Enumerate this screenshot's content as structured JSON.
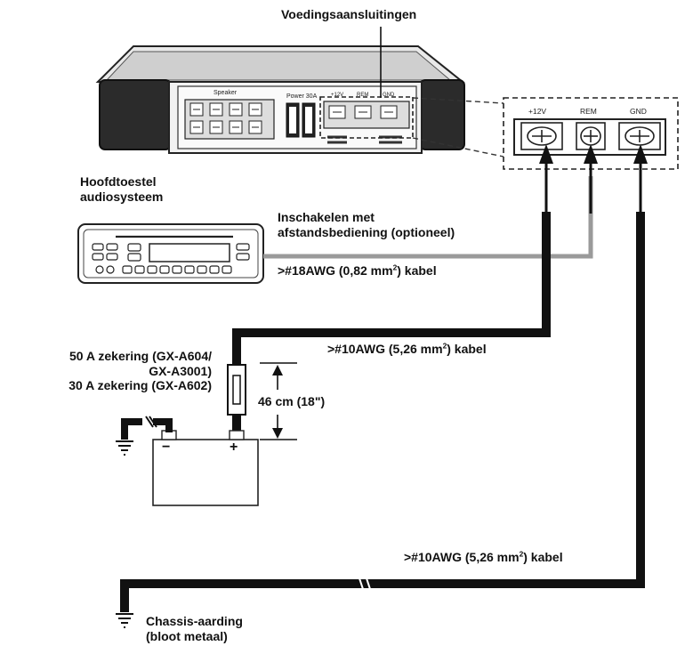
{
  "labels": {
    "power_connections": "Voedingsaansluitingen",
    "head_unit_line1": "Hoofdtoestel",
    "head_unit_line2": "audiosysteem",
    "remote_line1": "Inschakelen met",
    "remote_line2": "afstandsbediening (optioneel)",
    "cable_18awg_pre": ">#18AWG (0,82 mm",
    "cable_18awg_post": ") kabel",
    "cable_10awg_a_pre": ">#10AWG (5,26 mm",
    "cable_10awg_a_post": ") kabel",
    "cable_10awg_b_pre": ">#10AWG (5,26 mm",
    "cable_10awg_b_post": ") kabel",
    "superscript_2": "2",
    "fuse_50a_line1": "50 A zekering (GX-A604/",
    "fuse_50a_line2": "GX-A3001)",
    "fuse_30a": "30 A zekering (GX-A602)",
    "distance": "46 cm (18\")",
    "chassis_line1": "Chassis-aarding",
    "chassis_line2": "(bloot metaal)",
    "battery_minus": "−",
    "battery_plus": "+"
  },
  "terminals": {
    "plus12v": "+12V",
    "rem": "REM",
    "gnd": "GND"
  },
  "amp_labels": {
    "speaker": "Speaker",
    "power": "Power 30A",
    "plus12v": "+12V",
    "rem": "REM",
    "gnd": "GND"
  },
  "colors": {
    "heavy_cable": "#111111",
    "signal_cable": "#9a9a9a",
    "outline": "#222222"
  }
}
